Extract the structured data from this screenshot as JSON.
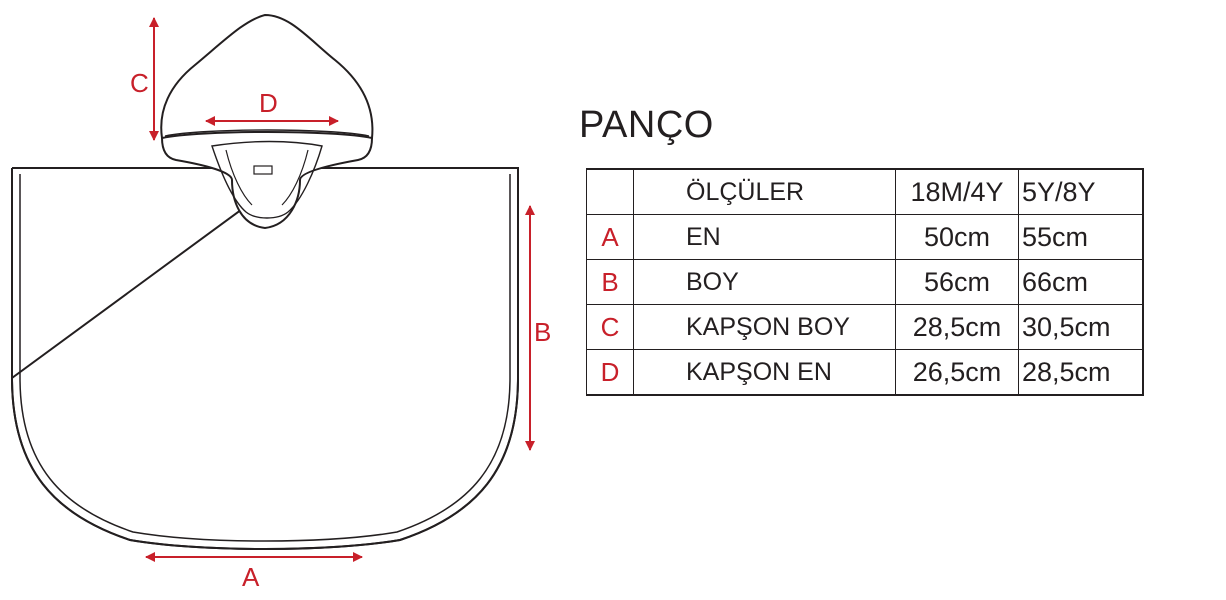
{
  "title": "PANÇO",
  "colors": {
    "accent": "#c8202a",
    "line": "#231f20"
  },
  "diagram": {
    "labels": {
      "a": "A",
      "b": "B",
      "c": "C",
      "d": "D"
    }
  },
  "table": {
    "header": {
      "letter": "",
      "name": "ÖLÇÜLER",
      "size1": "18M/4Y",
      "size2": "5Y/8Y"
    },
    "rows": [
      {
        "letter": "A",
        "name": "EN",
        "v1": "50cm",
        "v2": "55cm"
      },
      {
        "letter": "B",
        "name": "BOY",
        "v1": "56cm",
        "v2": "66cm"
      },
      {
        "letter": "C",
        "name": "KAPŞON BOY",
        "v1": "28,5cm",
        "v2": "30,5cm"
      },
      {
        "letter": "D",
        "name": "KAPŞON EN",
        "v1": "26,5cm",
        "v2": "28,5cm"
      }
    ]
  }
}
